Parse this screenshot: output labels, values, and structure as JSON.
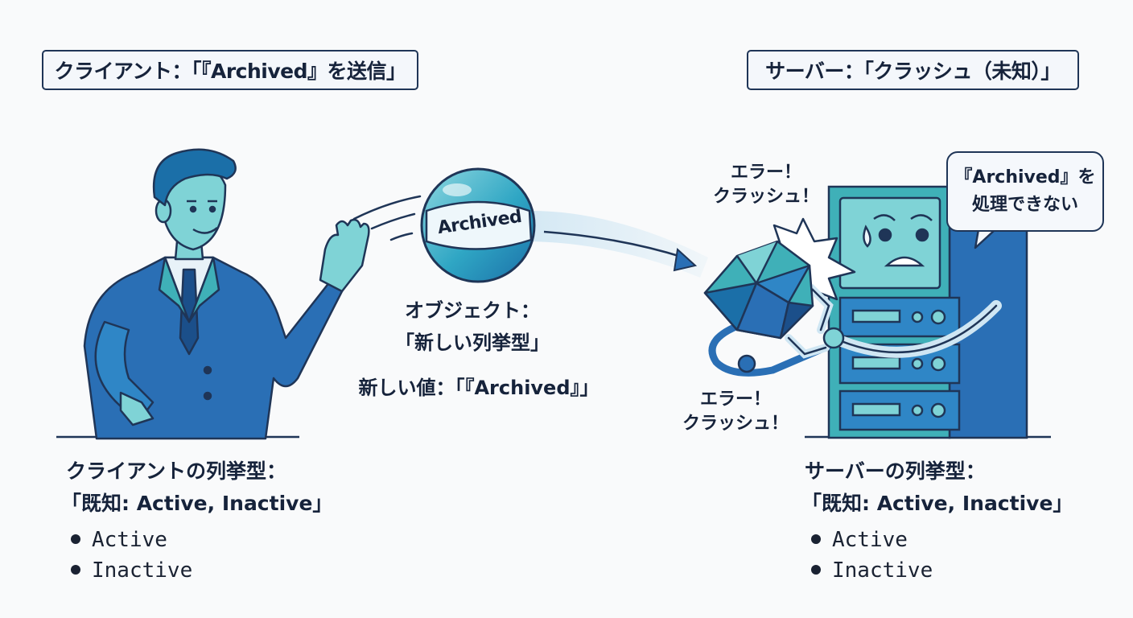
{
  "client": {
    "title": "クライアント：「『Archived』を送信」",
    "enum_title_line1": "クライアントの列挙型：",
    "enum_title_line2": "「既知: Active, Inactive」",
    "enum_items": [
      "Active",
      "Inactive"
    ]
  },
  "server": {
    "title": "サーバー：「クラッシュ（未知）」",
    "enum_title_line1": "サーバーの列挙型：",
    "enum_title_line2": "「既知: Active, Inactive」",
    "enum_items": [
      "Active",
      "Inactive"
    ],
    "bubble_line1": "『Archived』を",
    "bubble_line2": "処理できない",
    "error_top_line1": "エラー！",
    "error_top_line2": "クラッシュ！",
    "error_bottom_line1": "エラー！",
    "error_bottom_line2": "クラッシュ！"
  },
  "payload": {
    "ball_label": "Archived",
    "object_line1": "オブジェクト：",
    "object_line2": "「新しい列挙型」",
    "value_line": "新しい値：「『Archived』」"
  },
  "colors": {
    "navy": "#1f3557",
    "blue": "#2a6fb5",
    "teal": "#3fb0b8",
    "light_teal": "#7fd3d6",
    "pale_blue": "#cfe6f3"
  }
}
